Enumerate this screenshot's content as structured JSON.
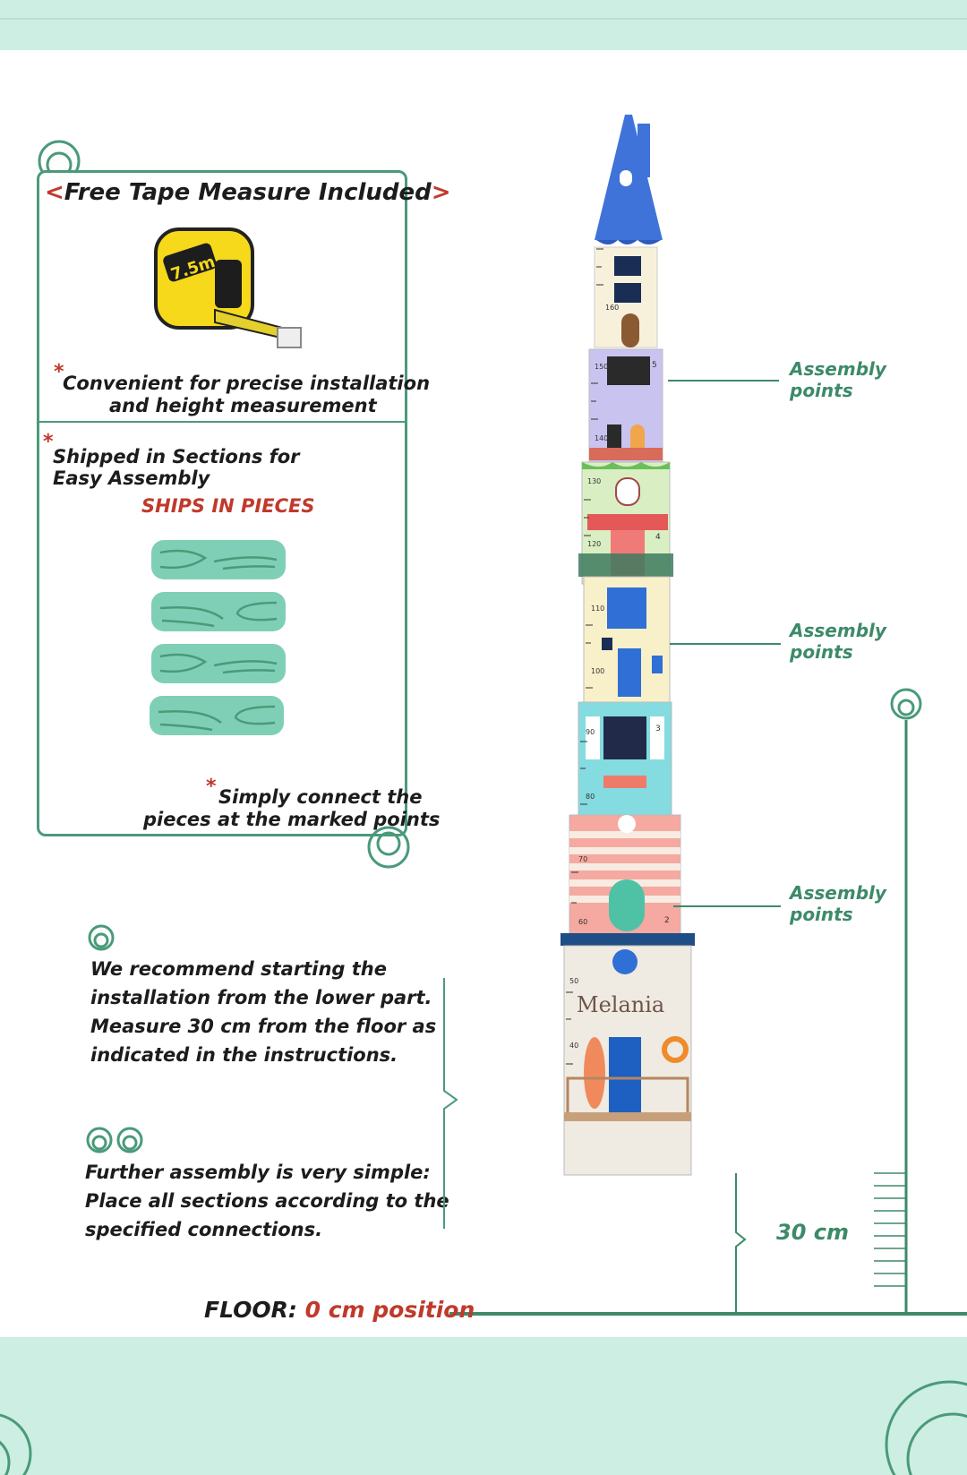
{
  "panel": {
    "tape_title_open": "<",
    "tape_title": "Free Tape Measure Included",
    "tape_title_close": ">",
    "tape_brand": "7.5m",
    "tape_note_line1": "Convenient for precise installation",
    "tape_note_line2": "and height measurement",
    "shipped_line1": "Shipped in Sections for",
    "shipped_line2": "Easy Assembly",
    "ships_in_pieces": "SHIPS IN PIECES",
    "connect_line1": "Simply connect the",
    "connect_line2": "pieces at the marked points",
    "asterisk": "*"
  },
  "steps": {
    "step1_line1": "We recommend starting the",
    "step1_line2": "installation from the lower part.",
    "step1_line3": "Measure 30 cm from the floor as",
    "step1_line4": "indicated in the instructions.",
    "step2_line1": "Further assembly is very simple:",
    "step2_line2": "Place all sections according to the",
    "step2_line3": "specified connections."
  },
  "assembly_points": [
    {
      "line1": "Assembly",
      "line2": "points"
    },
    {
      "line1": "Assembly",
      "line2": "points"
    },
    {
      "line1": "Assembly",
      "line2": "points"
    }
  ],
  "chart_name": "Melania",
  "scale_marks": [
    "160",
    "150",
    "140",
    "130",
    "120",
    "110",
    "100",
    "90",
    "80",
    "70",
    "60",
    "50",
    "40"
  ],
  "section_numbers": [
    "5",
    "4",
    "3",
    "2"
  ],
  "measure_label": "30 cm",
  "floor": {
    "label": "FLOOR:",
    "position": "0 cm position"
  },
  "colors": {
    "accent_green": "#3d8a69",
    "mint": "#cdeee2",
    "red": "#c0392b"
  }
}
